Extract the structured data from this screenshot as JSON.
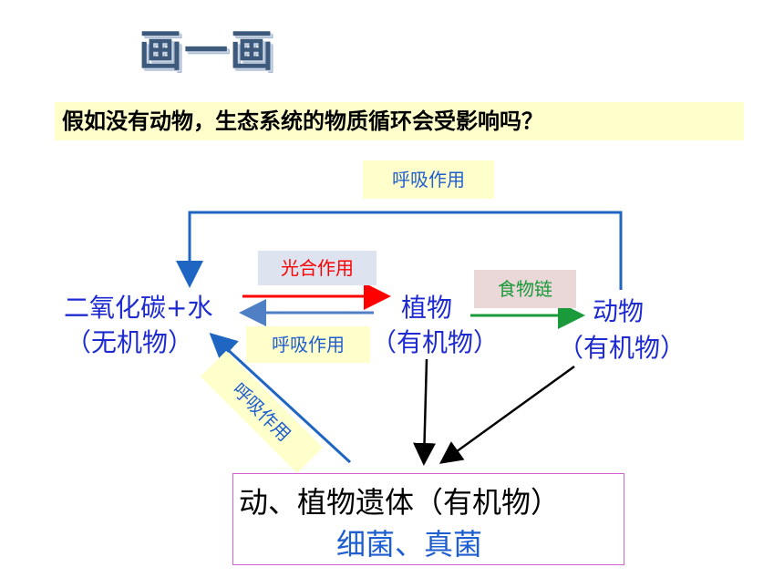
{
  "title": "画一画",
  "question": "假如没有动物，生态系统的物质循环会受影响吗？",
  "labels": {
    "respiration_top": "呼吸作用",
    "photosynthesis": "光合作用",
    "food_chain": "食物链",
    "respiration_middle": "呼吸作用",
    "respiration_diagonal": "呼吸作用"
  },
  "nodes": {
    "inorganic_name": "二氧化碳+水",
    "inorganic_note": "（无机物）",
    "plant_name": "植物",
    "plant_note": "（有机物）",
    "animal_name": "动物",
    "animal_note": "（有机物）",
    "remains": "动、植物遗体（有机物）",
    "decomposers": "细菌、真菌"
  },
  "colors": {
    "respiration": "#1f5ecf",
    "photosynthesis": "#ff0000",
    "food_chain": "#1a9a3a",
    "node_text": "#1e2bd0",
    "remains_border": "#d35fd3"
  }
}
